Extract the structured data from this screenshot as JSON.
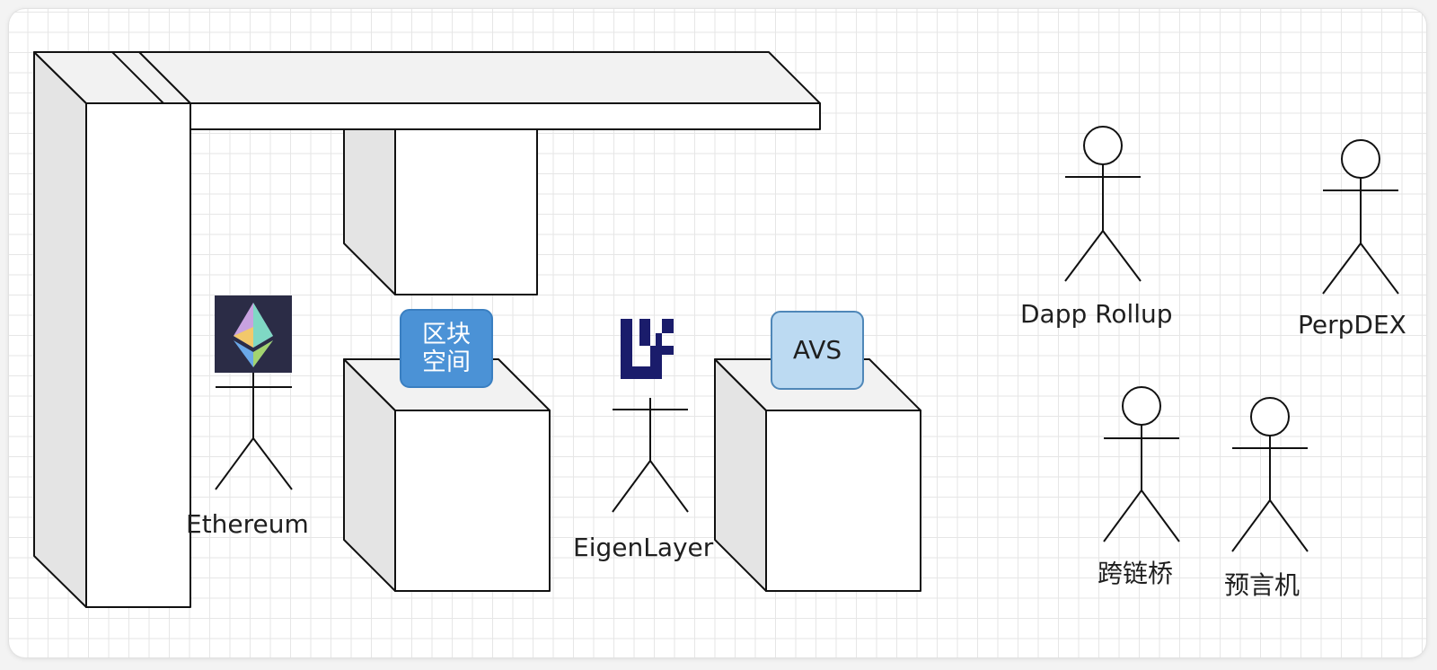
{
  "nodes": {
    "ethereum": {
      "label": "Ethereum",
      "icon": "ethereum-logo-icon"
    },
    "eigenlayer": {
      "label": "EigenLayer",
      "icon": "eigenlayer-logo-icon"
    },
    "dapp_rollup": {
      "label": "Dapp Rollup"
    },
    "perpdex": {
      "label": "PerpDEX"
    },
    "cross_chain_bridge": {
      "label": "跨链桥"
    },
    "oracle": {
      "label": "预言机"
    }
  },
  "badges": {
    "block_space": {
      "label": "区块\n空间",
      "color": "#4b92d6"
    },
    "avs": {
      "label": "AVS",
      "color": "#bcdaf2"
    }
  },
  "colors": {
    "grid": "#e6e6e6",
    "box_front": "#ffffff",
    "box_side": "#e4e4e4",
    "box_top": "#f2f2f2",
    "stroke": "#111111"
  }
}
